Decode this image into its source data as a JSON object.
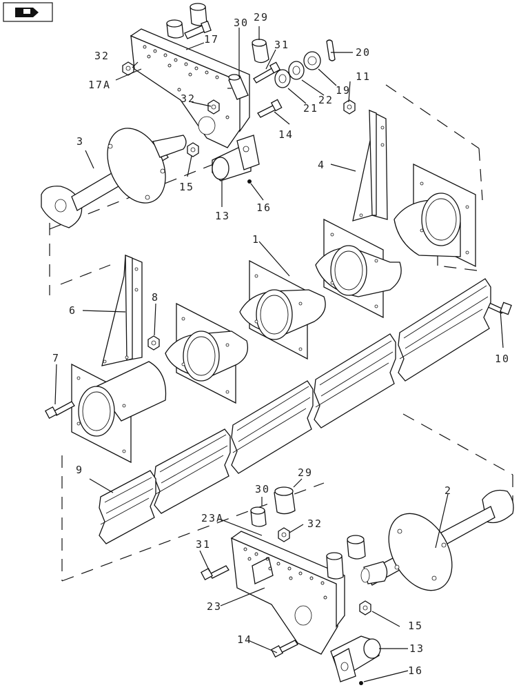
{
  "nav_icon": {
    "name": "previous-page-arrow-icon"
  },
  "callouts": {
    "c1": "1",
    "c2": "2",
    "c3": "3",
    "c4": "4",
    "c6": "6",
    "c7": "7",
    "c8": "8",
    "c9": "9",
    "c10": "10",
    "c11": "11",
    "c13a": "13",
    "c13b": "13",
    "c14a": "14",
    "c14b": "14",
    "c15a": "15",
    "c15b": "15",
    "c16a": "16",
    "c16b": "16",
    "c17": "17",
    "c17A": "17A",
    "c19": "19",
    "c20": "20",
    "c21": "21",
    "c22": "22",
    "c23": "23",
    "c23A": "23A",
    "c29a": "29",
    "c29b": "29",
    "c30a": "30",
    "c30b": "30",
    "c31a": "31",
    "c31b": "31",
    "c32a": "32",
    "c32b": "32",
    "c32c": "32"
  }
}
